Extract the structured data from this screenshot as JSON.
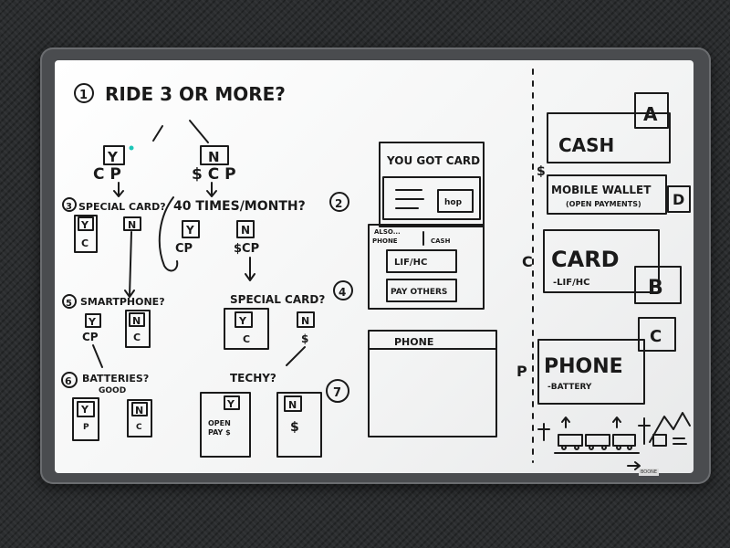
{
  "flow": {
    "step1_num": "1",
    "step1_q": "RIDE 3 OR MORE?",
    "yes": "Y",
    "no": "N",
    "cp": "C P",
    "scp": "$ C P",
    "step3_num": "3",
    "step3_q": "SPECIAL CARD?",
    "step2_num": "2",
    "step2_q": "40 TIMES/MONTH?",
    "c": "C",
    "cp2": "CP",
    "scp2": "$CP",
    "step5_num": "5",
    "step5_q": "SMARTPHONE?",
    "step4_num": "4",
    "step4_q": "SPECIAL CARD?",
    "dollar": "$",
    "step6_num": "6",
    "step6_q": "BATTERIES?",
    "step6_sub": "GOOD",
    "p": "P",
    "techy_num": "7",
    "techy_q": "TECHY?",
    "open_pay": "OPEN",
    "open_pay2": "PAY $"
  },
  "mockups": {
    "card_screen_title": "YOU GOT CARD",
    "card_btn": "hop",
    "also_label": "ALSO...",
    "phone_label": "PHONE",
    "cash_label": "CASH",
    "lif_btn": "LIF/HC",
    "pay_others_btn": "PAY OTHERS",
    "phone_screen_title": "PHONE"
  },
  "options": {
    "cash": "CASH",
    "cash_tag": "A",
    "cash_marker": "$",
    "mobile_wallet": "MOBILE WALLET",
    "mobile_wallet_sub": "(OPEN PAYMENTS)",
    "mobile_wallet_tag": "D",
    "card": "CARD",
    "card_sub": "-LIF/HC",
    "card_tag": "B",
    "card_marker": "C",
    "phone": "PHONE",
    "phone_sub": "-BATTERY",
    "phone_tag": "C",
    "phone_marker": "P"
  },
  "branding": "BOONE"
}
